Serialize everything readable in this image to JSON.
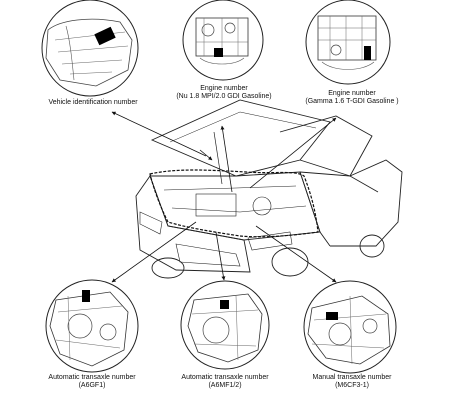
{
  "callouts": {
    "vin": {
      "label": "Vehicle identification number"
    },
    "engine_nu": {
      "label_line1": "Engine number",
      "label_line2": "(Nu 1.8 MPI/2.0 GDI Gasoline)"
    },
    "engine_gamma": {
      "label_line1": "Engine number",
      "label_line2": "(Gamma 1.6 T-GDI Gasoline )"
    },
    "auto_a6gf1": {
      "label_line1": "Automatic transaxle number",
      "label_line2": "(A6GF1)"
    },
    "auto_a6mf12": {
      "label_line1": "Automatic transaxle number",
      "label_line2": "(A6MF1/2)"
    },
    "manual_m6cf3": {
      "label_line1": "Manual transaxle number",
      "label_line2": "(M6CF3-1)"
    }
  },
  "colors": {
    "line": "#1a1a1a",
    "fill": "#ffffff",
    "marker": "#000000"
  }
}
